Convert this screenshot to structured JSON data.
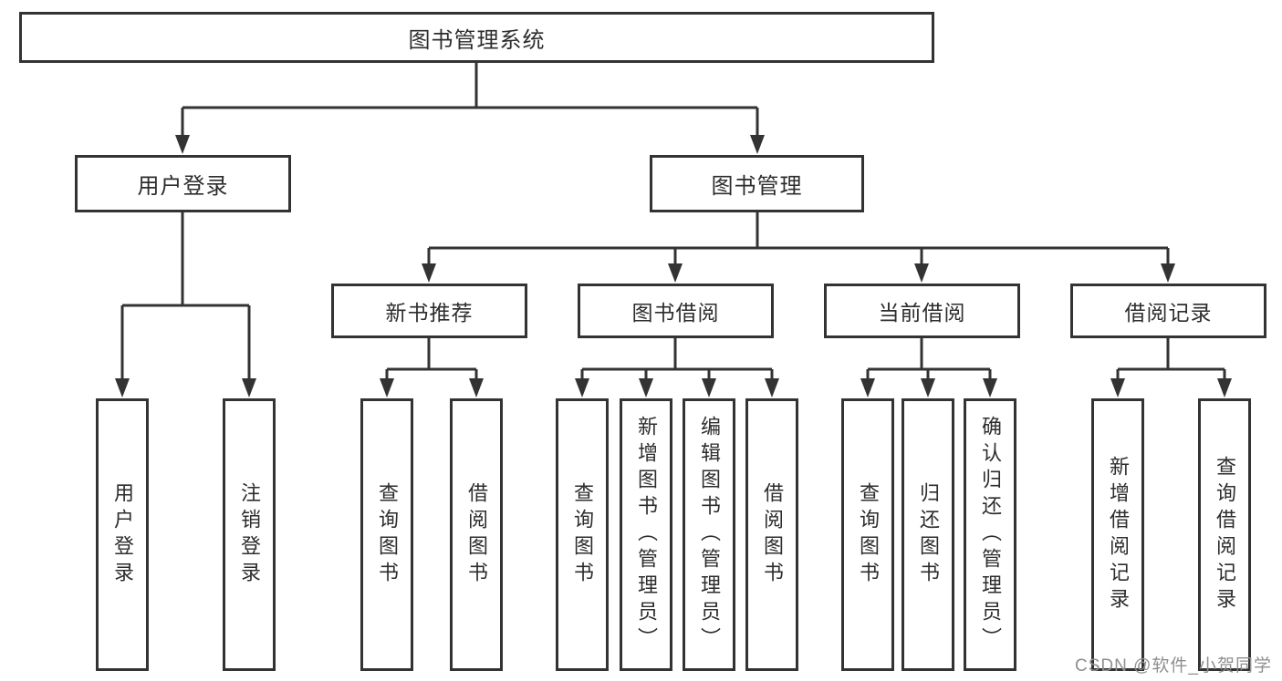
{
  "diagram": {
    "type": "hierarchy-tree",
    "nodes": {
      "root": {
        "label": "图书管理系统"
      },
      "user_login": {
        "label": "用户登录"
      },
      "book_mgmt": {
        "label": "图书管理"
      },
      "new_book_rec": {
        "label": "新书推荐"
      },
      "book_borrow": {
        "label": "图书借阅"
      },
      "current_borrow": {
        "label": "当前借阅"
      },
      "borrow_record": {
        "label": "借阅记录"
      },
      "leaf_user_login": {
        "label": "用户登录"
      },
      "leaf_logout": {
        "label": "注销登录"
      },
      "leaf_rec_query_book": {
        "label": "查询图书"
      },
      "leaf_rec_borrow_book": {
        "label": "借阅图书"
      },
      "leaf_bb_query_book": {
        "label": "查询图书"
      },
      "leaf_bb_add_book": {
        "label": "新增图书（管理员）"
      },
      "leaf_bb_edit_book": {
        "label": "编辑图书（管理员）"
      },
      "leaf_bb_borrow_book": {
        "label": "借阅图书"
      },
      "leaf_cb_query_book": {
        "label": "查询图书"
      },
      "leaf_cb_return_book": {
        "label": "归还图书"
      },
      "leaf_cb_confirm_return": {
        "label": "确认归还（管理员）"
      },
      "leaf_br_add_record": {
        "label": "新增借阅记录"
      },
      "leaf_br_query_record": {
        "label": "查询借阅记录"
      }
    },
    "edges": [
      "root->user_login",
      "root->book_mgmt",
      "user_login->leaf_user_login",
      "user_login->leaf_logout",
      "book_mgmt->new_book_rec",
      "book_mgmt->book_borrow",
      "book_mgmt->current_borrow",
      "book_mgmt->borrow_record",
      "new_book_rec->leaf_rec_query_book",
      "new_book_rec->leaf_rec_borrow_book",
      "book_borrow->leaf_bb_query_book",
      "book_borrow->leaf_bb_add_book",
      "book_borrow->leaf_bb_edit_book",
      "book_borrow->leaf_bb_borrow_book",
      "current_borrow->leaf_cb_query_book",
      "current_borrow->leaf_cb_return_book",
      "current_borrow->leaf_cb_confirm_return",
      "borrow_record->leaf_br_add_record",
      "borrow_record->leaf_br_query_record"
    ]
  },
  "watermark": {
    "text": "CSDN @软件_小贺同学"
  },
  "colors": {
    "line": "#333333",
    "box_border": "#333333",
    "box_fill": "#ffffff",
    "text": "#2d2d2d",
    "watermark": "#8f8f8f",
    "background": "#ffffff"
  }
}
